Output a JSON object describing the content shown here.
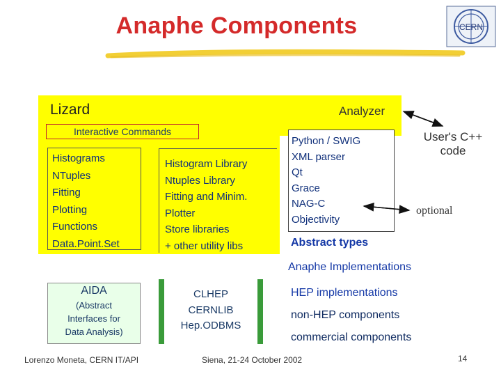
{
  "title": "Anaphe Components",
  "lizard": "Lizard",
  "analyzer": "Analyzer",
  "interactive_commands": "Interactive Commands",
  "lizard_features": [
    "Histograms",
    "NTuples",
    "Fitting",
    "Plotting",
    "Functions",
    "Data.Point.Set"
  ],
  "libraries": [
    "Histogram Library",
    "Ntuples Library",
    "Fitting and Minim.",
    "Plotter",
    "Store libraries",
    "+ other utility libs"
  ],
  "python_box": [
    "Python / SWIG",
    "XML parser",
    "Qt",
    "Grace",
    "NAG-C",
    "Objectivity"
  ],
  "abstract_types": "Abstract types",
  "users_code": [
    "User's C++",
    "code"
  ],
  "optional": "optional",
  "anaphe_impl": "Anaphe Implementations",
  "aida": {
    "title": "AIDA",
    "sub": [
      "(Abstract",
      "Interfaces for",
      "Data Analysis)"
    ]
  },
  "hep_libs": [
    "CLHEP",
    "CERNLIB",
    "Hep.ODBMS"
  ],
  "legend": {
    "hep": "HEP implementations",
    "nonhep": "non-HEP components",
    "commercial": "commercial components"
  },
  "footer": {
    "author": "Lorenzo Moneta,  CERN IT/API",
    "event": "Siena, 21-24 October 2002",
    "page": "14"
  },
  "logo_text": "CERN",
  "colors": {
    "title": "#d42a2a",
    "yellow": "#ffff00",
    "blue_text": "#1438a6",
    "green": "#3a9b3a"
  }
}
